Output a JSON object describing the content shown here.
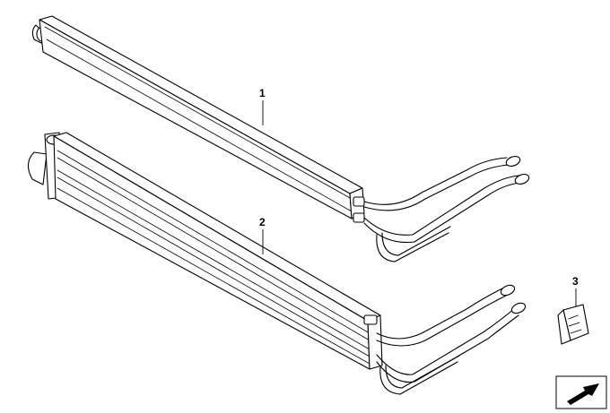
{
  "parts": [
    {
      "number": "1"
    },
    {
      "number": "2"
    },
    {
      "number": "3"
    }
  ],
  "icons": {
    "corner_badge": "arrow-down-left-icon"
  }
}
